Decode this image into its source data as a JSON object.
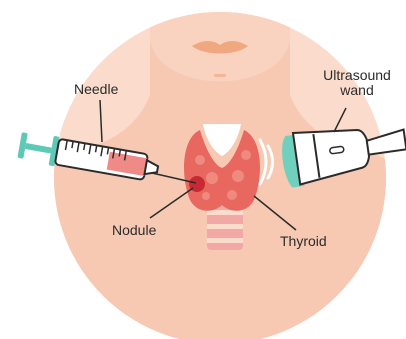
{
  "labels": {
    "needle": "Needle",
    "ultrasound_line1": "Ultrasound",
    "ultrasound_line2": "wand",
    "nodule": "Nodule",
    "thyroid": "Thyroid"
  },
  "colors": {
    "circle_bg": "#fbdccc",
    "skin": "#f7c9b3",
    "thyroid": "#e8675f",
    "nodule": "#c72a33",
    "trachea": "#f2a9a6",
    "syringe_fill": "#ef8a86",
    "plunger": "#5fc9b7",
    "wand_tip": "#6fd0bd",
    "outline": "#2b2b2b"
  }
}
